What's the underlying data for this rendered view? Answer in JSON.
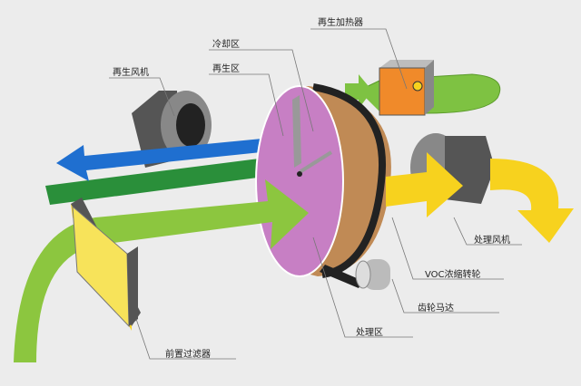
{
  "labels": {
    "regen_heater": "再生加热器",
    "cooling_zone": "冷却区",
    "regen_zone": "再生区",
    "regen_fan": "再生风机",
    "process_fan": "处理风机",
    "voc_wheel": "VOC浓缩转轮",
    "gear_motor": "齿轮马达",
    "process_zone": "处理区",
    "pre_filter": "前置过滤器"
  },
  "colors": {
    "process_air": "#8cc63f",
    "regen_air": "#2a8f3a",
    "exhaust_air": "#1f6fd0",
    "clean_air": "#f7d21e",
    "wheel_face": "#c77fc4",
    "heater": "#f08a2a"
  }
}
